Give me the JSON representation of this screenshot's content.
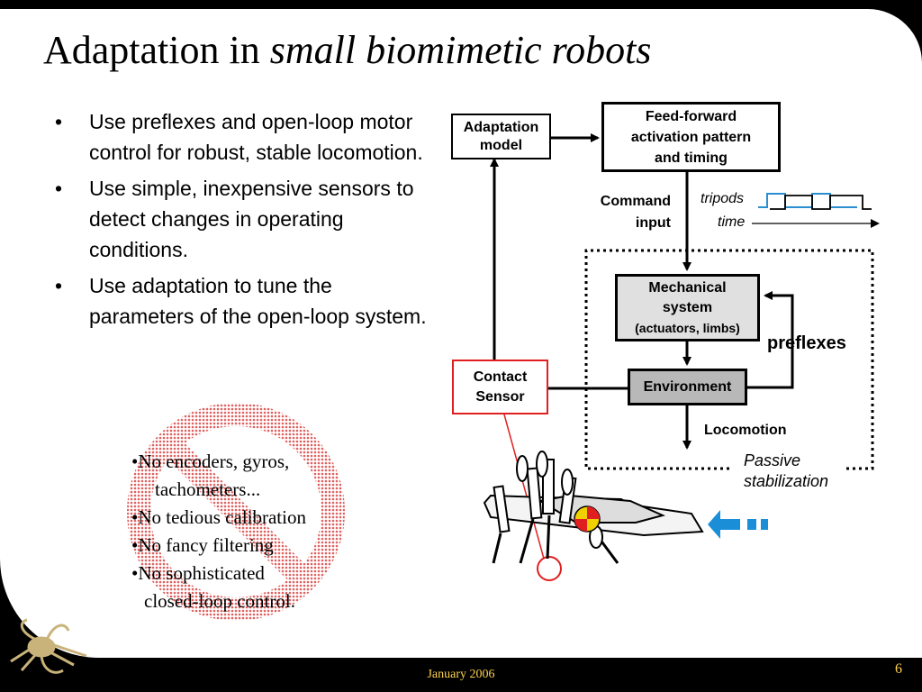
{
  "title": {
    "plain": "Adaptation in ",
    "italic": "small biomimetic robots"
  },
  "bullets": [
    "Use preflexes and open-loop motor control for robust, stable locomotion.",
    "Use simple, inexpensive sensors to detect changes in operating conditions.",
    "Use adaptation to tune the parameters of the open-loop system."
  ],
  "no_list": {
    "l1": "•No encoders, gyros,",
    "l1b": "tachometers...",
    "l2": "•No tedious calibration",
    "l3": "•No fancy filtering",
    "l4": "•No sophisticated",
    "l4b": "closed-loop control."
  },
  "diagram": {
    "adaptation_l1": "Adaptation",
    "adaptation_l2": "model",
    "ff_l1": "Feed-forward",
    "ff_l2": "activation pattern",
    "ff_l3": "and timing",
    "command_l1": "Command",
    "command_l2": "input",
    "tripods": "tripods",
    "time": "time",
    "mech_l1": "Mechanical",
    "mech_l2": "system",
    "mech_l3": "(actuators, limbs)",
    "preflexes": "preflexes",
    "environment": "Environment",
    "contact_l1": "Contact",
    "contact_l2": "Sensor",
    "locomotion": "Locomotion",
    "passive_l1": "Passive",
    "passive_l2": "stabilization"
  },
  "footer": {
    "date": "January 2006",
    "page": "6"
  },
  "colors": {
    "background": "#000000",
    "footer_text": "#ffd24a",
    "no_sign": "#e06060",
    "contact_border": "#e02020",
    "signal": "#2a8fd0",
    "arrow": "#1a8fd8"
  }
}
